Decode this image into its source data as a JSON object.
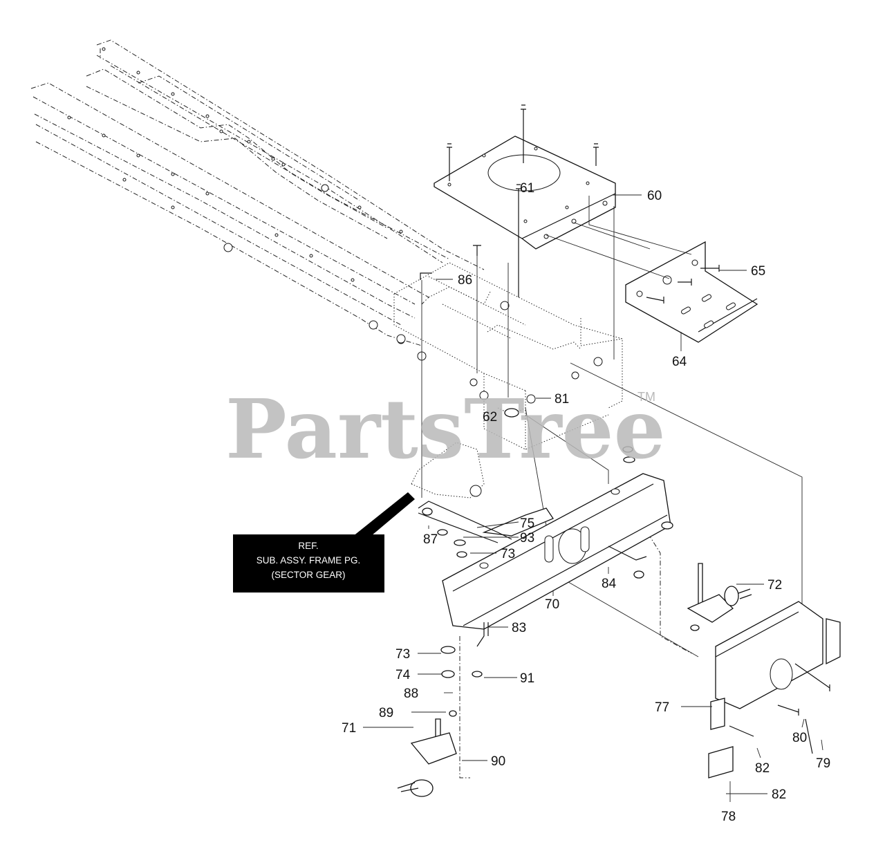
{
  "watermark": {
    "text": "PartsTree",
    "tm": "TM"
  },
  "reference_box": {
    "lines": [
      "REF.",
      "SUB. ASSY. FRAME PG.",
      "(SECTOR GEAR)"
    ]
  },
  "callouts": [
    {
      "id": "c60",
      "label": "60"
    },
    {
      "id": "c61",
      "label": "61"
    },
    {
      "id": "c62",
      "label": "62"
    },
    {
      "id": "c64",
      "label": "64"
    },
    {
      "id": "c65",
      "label": "65"
    },
    {
      "id": "c70",
      "label": "70"
    },
    {
      "id": "c71",
      "label": "71"
    },
    {
      "id": "c72",
      "label": "72"
    },
    {
      "id": "c73a",
      "label": "73"
    },
    {
      "id": "c73b",
      "label": "73"
    },
    {
      "id": "c74",
      "label": "74"
    },
    {
      "id": "c75",
      "label": "75"
    },
    {
      "id": "c77",
      "label": "77"
    },
    {
      "id": "c78",
      "label": "78"
    },
    {
      "id": "c79",
      "label": "79"
    },
    {
      "id": "c80",
      "label": "80"
    },
    {
      "id": "c81",
      "label": "81"
    },
    {
      "id": "c82a",
      "label": "82"
    },
    {
      "id": "c82b",
      "label": "82"
    },
    {
      "id": "c83",
      "label": "83"
    },
    {
      "id": "c84",
      "label": "84"
    },
    {
      "id": "c86",
      "label": "86"
    },
    {
      "id": "c87",
      "label": "87"
    },
    {
      "id": "c88",
      "label": "88"
    },
    {
      "id": "c89",
      "label": "89"
    },
    {
      "id": "c90",
      "label": "90"
    },
    {
      "id": "c91",
      "label": "91"
    },
    {
      "id": "c93",
      "label": "93"
    }
  ]
}
